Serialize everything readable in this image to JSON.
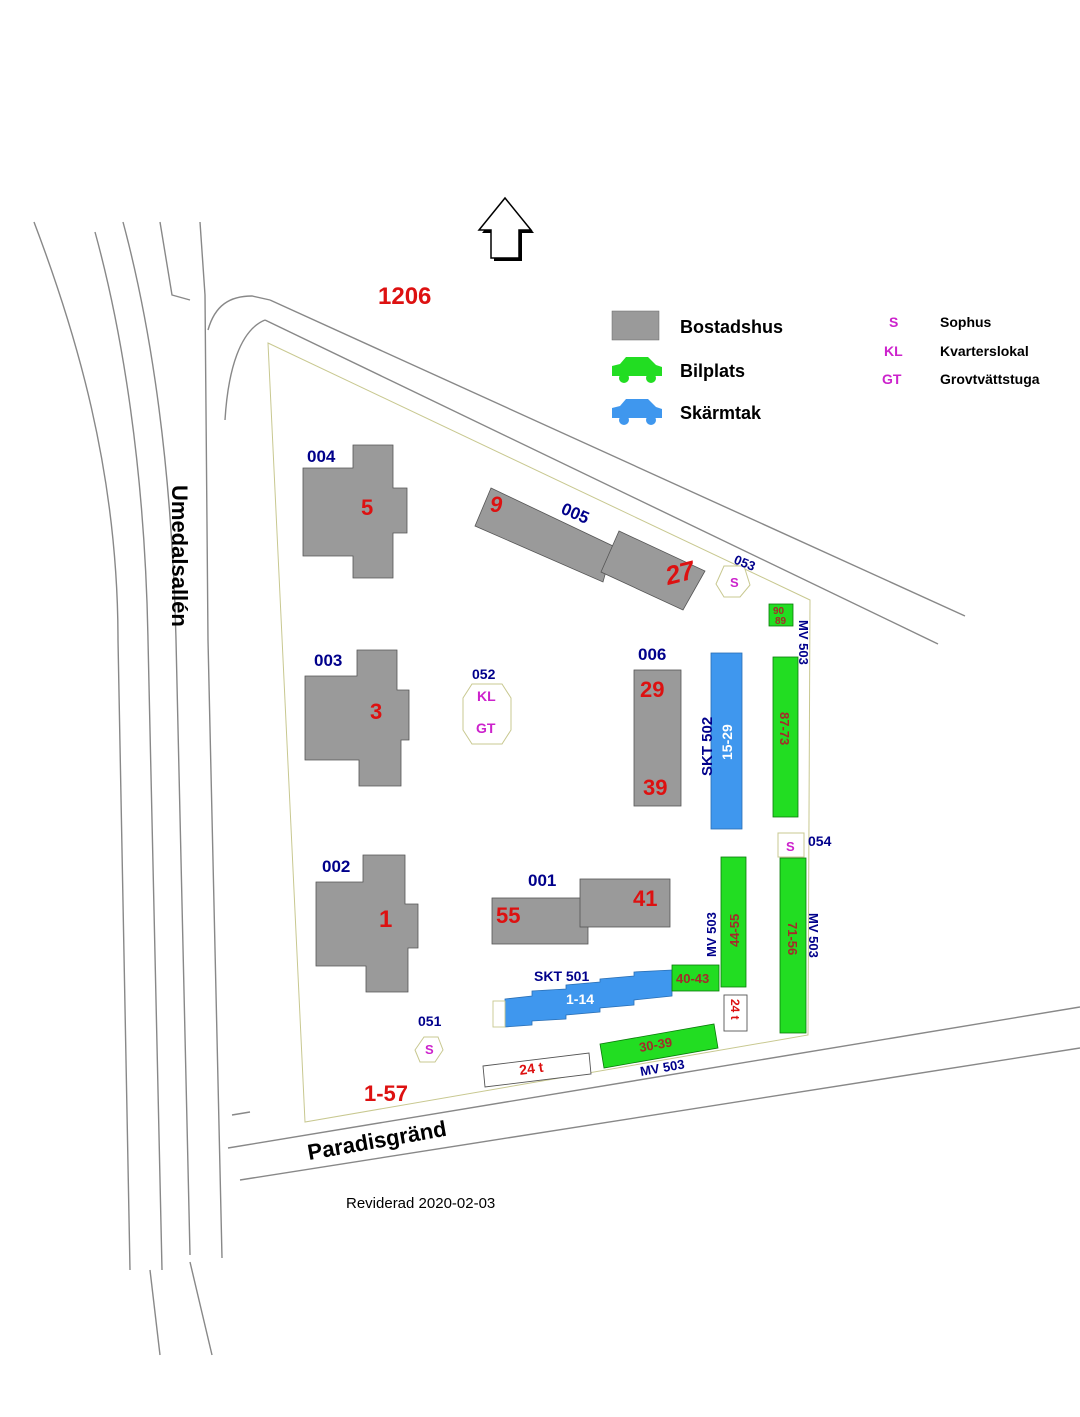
{
  "map": {
    "block_id": "1206",
    "colors": {
      "building": "#9a9a9a",
      "parking": "#22dd22",
      "shelter": "#3f97ee",
      "red_label": "#dd1111",
      "blue_label": "#00008b",
      "magenta_label": "#cc22cc",
      "road_line": "#888888"
    },
    "compass": {
      "icon": "north-arrow-icon"
    },
    "streets": {
      "west": "Umedalsallén",
      "south": "Paradisgränd"
    },
    "legend": {
      "items": [
        {
          "label": "Bostadshus",
          "icon": "building-swatch"
        },
        {
          "label": "Bilplats",
          "icon": "car-icon"
        },
        {
          "label": "Skärmtak",
          "icon": "car-icon"
        }
      ],
      "abbrev": [
        {
          "code": "S",
          "label": "Sophus"
        },
        {
          "code": "KL",
          "label": "Kvarterslokal"
        },
        {
          "code": "GT",
          "label": "Grovtvättstuga"
        }
      ]
    },
    "buildings": [
      {
        "id": "004",
        "number": "5"
      },
      {
        "id": "005",
        "number_a": "9",
        "number_b": "27"
      },
      {
        "id": "003",
        "number": "3"
      },
      {
        "id": "006",
        "number_a": "29",
        "number_b": "39"
      },
      {
        "id": "002",
        "number": "1"
      },
      {
        "id": "001",
        "number_a": "55",
        "number_b": "41"
      }
    ],
    "facilities": {
      "f053": {
        "id": "053",
        "code": "S"
      },
      "f052": {
        "id": "052",
        "code_a": "KL",
        "code_b": "GT"
      },
      "f054": {
        "id": "054",
        "code": "S"
      },
      "f051": {
        "id": "051",
        "code": "S"
      }
    },
    "parking": {
      "p90": "90",
      "p89": "89",
      "p87": "87-73",
      "p71": "71-56",
      "p44": "44-55",
      "p40": "40-43",
      "p30": "30-39",
      "mv_ne": "MV 503",
      "mv_e": "MV 503",
      "mv_mid": "MV 503",
      "mv_s": "MV 503"
    },
    "shelters": {
      "skt502": {
        "name": "SKT 502",
        "range": "15-29"
      },
      "skt501": {
        "name": "SKT 501",
        "range": "1-14"
      }
    },
    "spots_24t": {
      "a": "24 t",
      "b": "24 t"
    },
    "address_range": "1-57",
    "revision": "Reviderad 2020-02-03"
  }
}
